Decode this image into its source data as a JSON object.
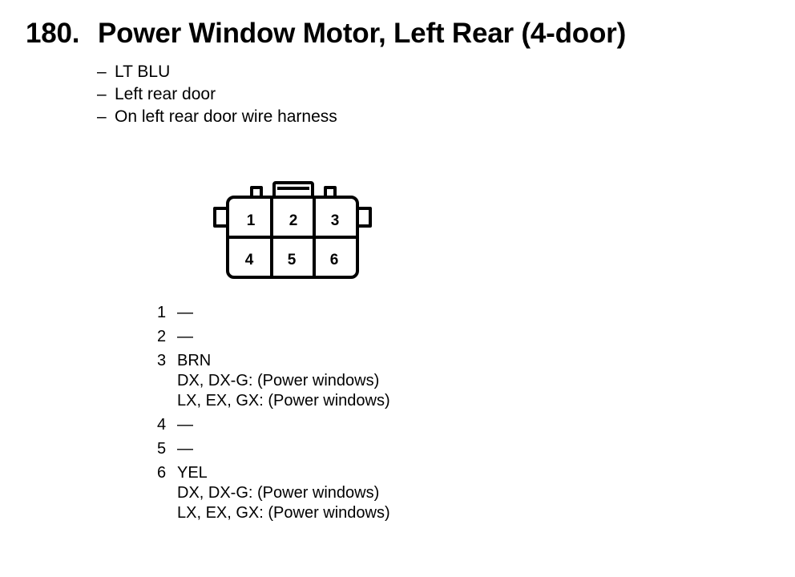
{
  "title": {
    "number": "180.",
    "text": "Power Window Motor, Left Rear (4-door)"
  },
  "info": [
    {
      "dash": "–",
      "text": "LT BLU"
    },
    {
      "dash": "–",
      "text": "Left rear door"
    },
    {
      "dash": "–",
      "text": "On left rear door wire harness"
    }
  ],
  "connector": {
    "top_row": [
      "1",
      "2",
      "3"
    ],
    "bottom_row": [
      "4",
      "5",
      "6"
    ]
  },
  "pins": [
    {
      "num": "1",
      "wire": "—",
      "notes": []
    },
    {
      "num": "2",
      "wire": "—",
      "notes": []
    },
    {
      "num": "3",
      "wire": "BRN",
      "notes": [
        "DX, DX-G: (Power windows)",
        "LX, EX, GX: (Power windows)"
      ]
    },
    {
      "num": "4",
      "wire": "—",
      "notes": []
    },
    {
      "num": "5",
      "wire": "—",
      "notes": []
    },
    {
      "num": "6",
      "wire": "YEL",
      "notes": [
        "DX, DX-G: (Power windows)",
        "LX, EX, GX: (Power windows)"
      ]
    }
  ]
}
